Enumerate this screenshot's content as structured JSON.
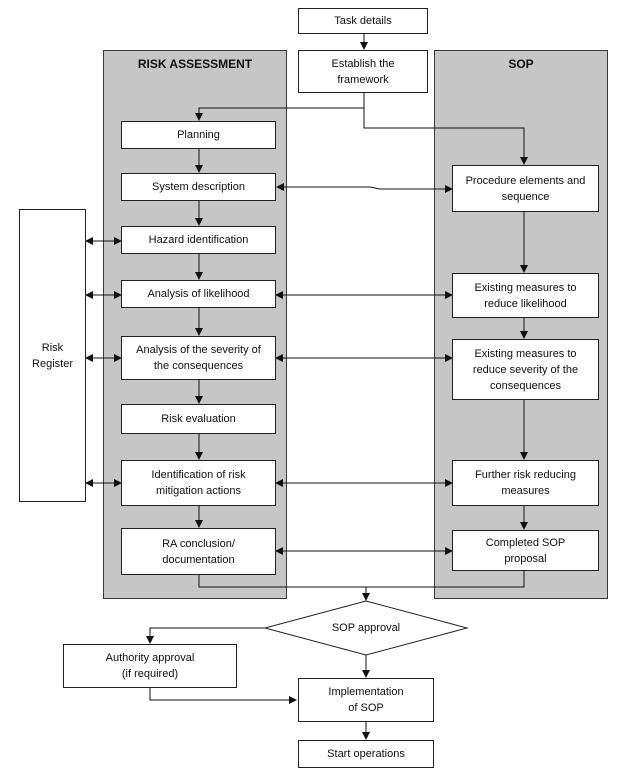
{
  "panels": {
    "risk_assessment": "RISK ASSESSMENT",
    "sop": "SOP"
  },
  "top": {
    "task_details": "Task details",
    "establish_framework": "Establish the framework"
  },
  "ra_steps": {
    "planning": "Planning",
    "system_description": "System description",
    "hazard_identification": "Hazard identification",
    "likelihood": "Analysis of likelihood",
    "severity": "Analysis of the severity of the consequences",
    "risk_evaluation": "Risk evaluation",
    "mitigation": "Identification of risk mitigation actions",
    "conclusion": "RA conclusion/ documentation"
  },
  "sop_steps": {
    "procedure": "Procedure elements and sequence",
    "existing_likelihood": "Existing measures to reduce likelihood",
    "existing_severity": "Existing measures to reduce severity of the consequences",
    "further_measures": "Further risk reducing measures",
    "completed": "Completed SOP proposal"
  },
  "risk_register": "Risk Register",
  "bottom": {
    "sop_approval": "SOP approval",
    "authority_approval": "Authority approval (if required)",
    "implementation": "Implementation of SOP",
    "start_operations": "Start operations"
  }
}
